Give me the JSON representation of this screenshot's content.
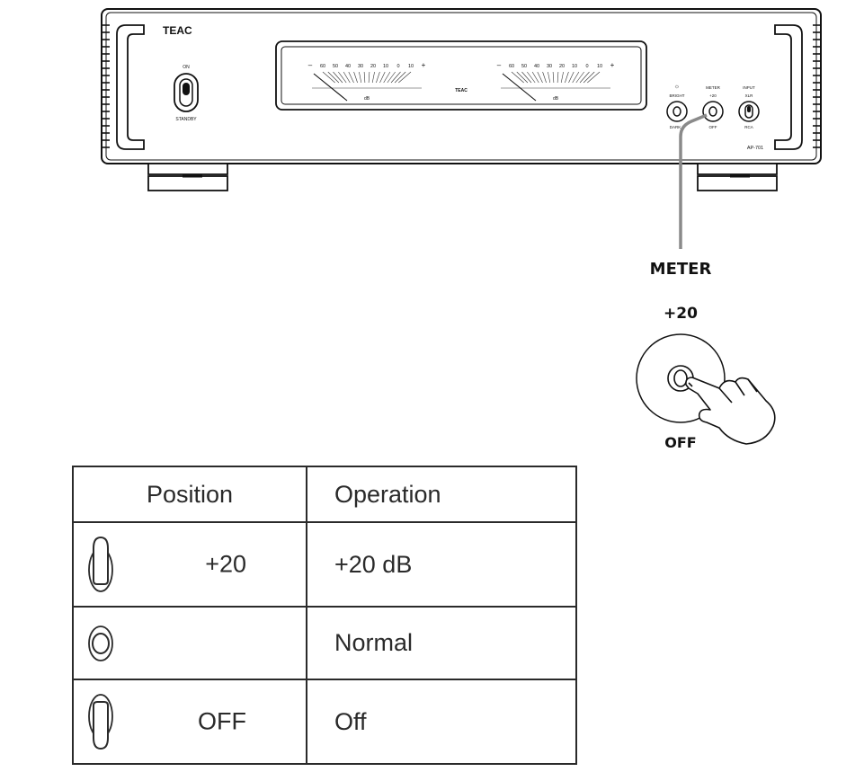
{
  "device": {
    "brand": "TEAC",
    "model": "AP-701",
    "power_on_label": "ON",
    "power_standby_label": "STANDBY",
    "meter_center_brand": "TEAC",
    "meter_scale": [
      "–",
      "60",
      "50",
      "40",
      "30",
      "20",
      "10",
      "0",
      "10",
      "+"
    ],
    "meter_unit": "dB",
    "bright_label": "BRIGHT",
    "dark_label": "DARK",
    "meter_label": "METER",
    "meter_plus20": "+20",
    "meter_off": "OFF",
    "input_label": "INPUT",
    "input_xlr": "XLR",
    "input_rca": "RCA"
  },
  "callout": {
    "title": "METER",
    "top_position": "+20",
    "bottom_position": "OFF"
  },
  "table": {
    "headers": {
      "position": "Position",
      "operation": "Operation"
    },
    "rows": [
      {
        "switch_state": "up",
        "position": "+20",
        "operation": "+20 dB"
      },
      {
        "switch_state": "center",
        "position": "",
        "operation": "Normal"
      },
      {
        "switch_state": "down",
        "position": "OFF",
        "operation": "Off"
      }
    ]
  }
}
